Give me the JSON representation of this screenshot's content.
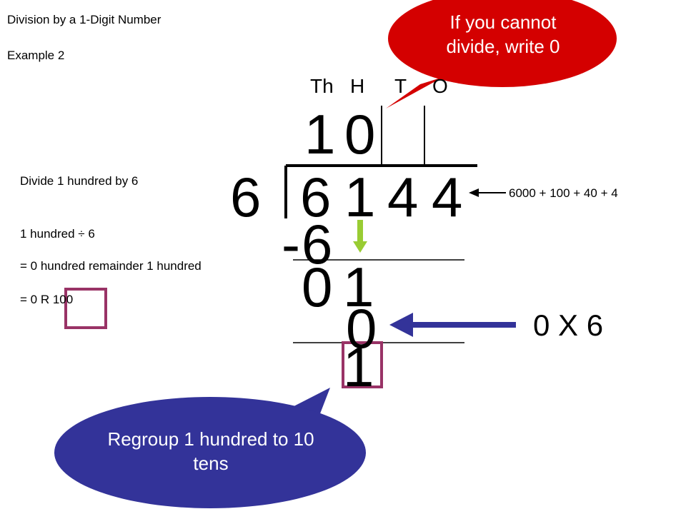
{
  "header": {
    "title": "Division by a 1-Digit Number",
    "example": "Example 2"
  },
  "place_values": [
    "Th",
    "H",
    "T",
    "O"
  ],
  "quotient": [
    "1",
    "0"
  ],
  "divisor": "6",
  "dividend": [
    "6",
    "1",
    "4",
    "4"
  ],
  "expanded_form": "6000 + 100 + 40 + 4",
  "subtract_sign": "-",
  "subtract_value": "6",
  "remainder_row": [
    "0",
    "1"
  ],
  "product_value": "0",
  "product_note": "0 X 6",
  "final_remainder": "1",
  "explanation": {
    "line1": "Divide 1 hundred by 6",
    "line2": "1 hundred ÷ 6",
    "line3": "= 0 hundred remainder 1 hundred",
    "line4": "= 0 R 100"
  },
  "callouts": {
    "red": {
      "text": "If you cannot divide, write 0",
      "color": "#d40000"
    },
    "blue": {
      "text": "Regroup 1 hundred to 10 tens",
      "color": "#333399"
    }
  },
  "colors": {
    "highlight_box": "#993366",
    "down_arrow": "#99cc33",
    "left_arrow": "#333399",
    "rule_line": "#000000"
  }
}
